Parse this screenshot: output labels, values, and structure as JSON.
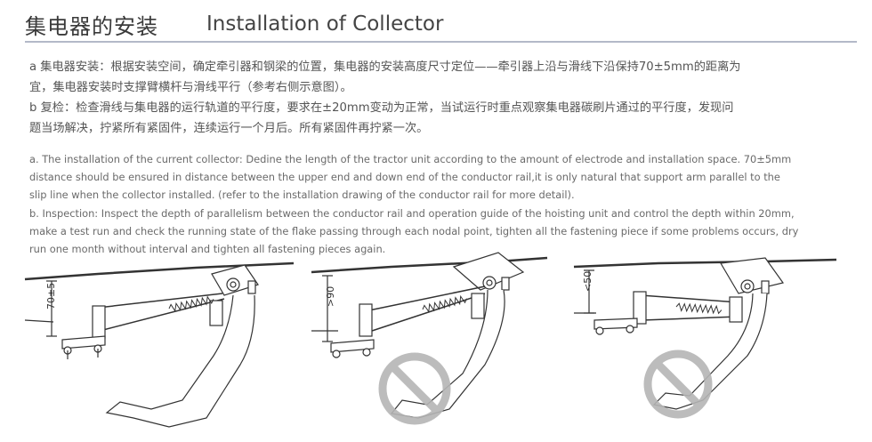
{
  "header": {
    "title_cn": "集电器的安装",
    "title_en": "Installation of Collector"
  },
  "cn_text": {
    "para_a_line1": "a 集电器安装：根据安装空间，确定牵引器和钢梁的位置，集电器的安装高度尺寸定位——牵引器上沿与滑线下沿保持70±5mm的距离为",
    "para_a_line2": "宜，集电器安装时支撑臂横杆与滑线平行（参考右侧示意图）。",
    "para_b_line1": "b 复检：检查滑线与集电器的运行轨道的平行度，要求在±20mm变动为正常，当试运行时重点观察集电器碳刷片通过的平行度，发现问",
    "para_b_line2": "题当场解决，拧紧所有紧固件，连续运行一个月后。所有紧固件再拧紧一次。"
  },
  "en_text": {
    "line1": "a. The installation of the current collector: Dedine the length of the tractor unit according to the amount of electrode and installation space. 70±5mm",
    "line2": "distance should be ensured in distance between the upper end and down end of the conductor rail,it is only natural that support arm parallel to the",
    "line3": "slip line when the collector installed. (refer to the installation drawing of the conductor rail for more detail).",
    "line4": "b. Inspection: Inspect the depth of parallelism between the conductor rail and operation guide of the hoisting unit and control the depth within 20mm,",
    "line5": "make a test run and check the running state of the flake passing through each nodal point, tighten all the fastening piece if some problems occurs, dry",
    "line6": "run one month without interval and tighten all fastening pieces again."
  },
  "diagrams": {
    "correct_label": "70±5",
    "too_far_label": ">90",
    "too_close_label": "<50",
    "prohibited_icon": "prohibited-icon"
  }
}
